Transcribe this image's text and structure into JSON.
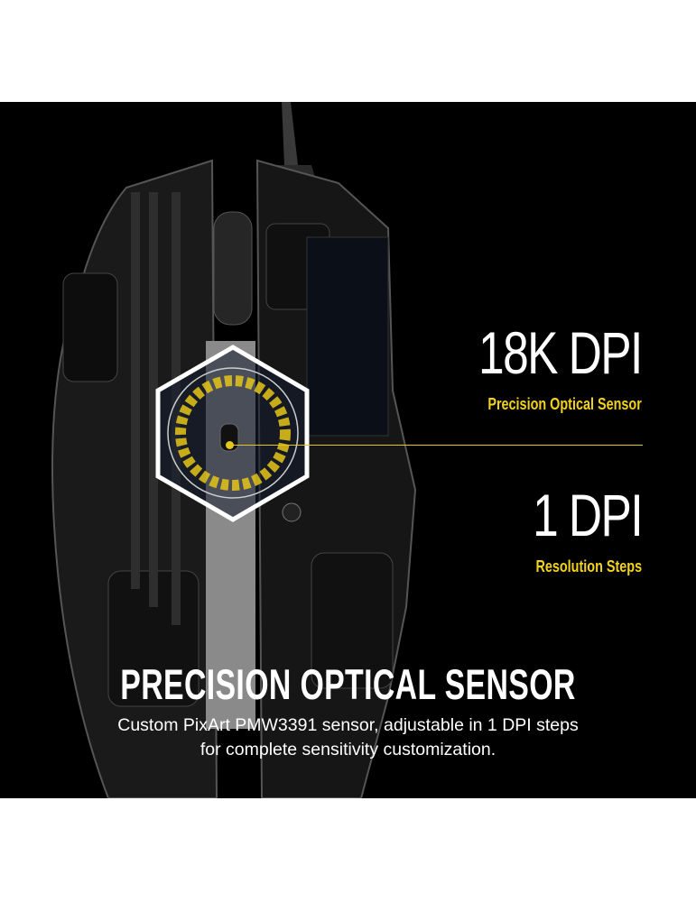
{
  "stats": [
    {
      "value": "18K DPI",
      "label": "Precision Optical Sensor"
    },
    {
      "value": "1 DPI",
      "label": "Resolution Steps"
    }
  ],
  "heading": "PRECISION OPTICAL SENSOR",
  "description": [
    "Custom PixArt PMW3391 sensor, adjustable in 1 DPI steps",
    "for complete sensitivity customization."
  ],
  "colors": {
    "accent": "#f2d21b",
    "background": "#000000",
    "text": "#ffffff"
  }
}
